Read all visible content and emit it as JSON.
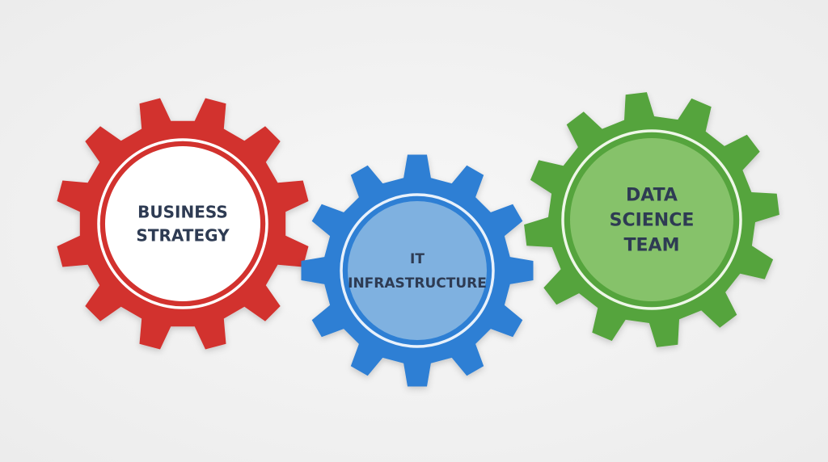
{
  "gears": [
    {
      "id": "business-strategy",
      "lines": [
        "BUSINESS",
        "STRATEGY"
      ],
      "gear_color": "#d2302d",
      "ring_color": "#ffffff",
      "center_color": "#ffffff",
      "text_color": "#2d3b52"
    },
    {
      "id": "it-infrastructure",
      "lines": [
        "IT",
        "INFRASTRUCTURE"
      ],
      "gear_color": "#2d7fd4",
      "ring_color": "#e8f1fb",
      "center_color": "#7fb1e0",
      "text_color": "#2d3b52"
    },
    {
      "id": "data-science-team",
      "lines": [
        "DATA",
        "SCIENCE",
        "TEAM"
      ],
      "gear_color": "#55a43c",
      "ring_color": "#eef7e8",
      "center_color": "#86c26a",
      "text_color": "#2d3b52"
    }
  ]
}
